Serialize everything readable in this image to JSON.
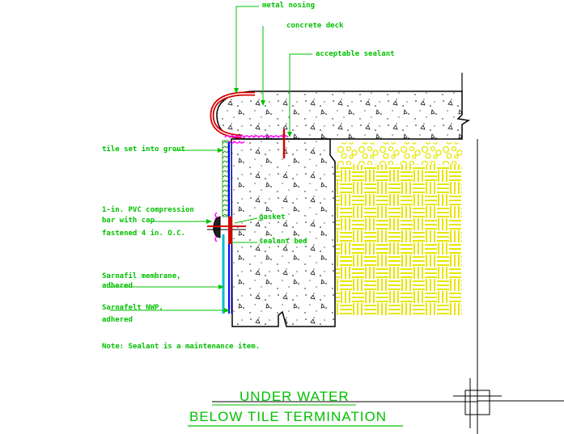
{
  "labels": {
    "metal_nosing": "metal nosing",
    "concrete_deck": "concrete deck",
    "acceptable_sealant": "acceptable sealant",
    "tile_set": "tile set into grout",
    "pvc_bar_line1": "1-in. PVC compression",
    "pvc_bar_line2": "bar with cap",
    "pvc_bar_line3": "fastened 4 in. O.C.",
    "gasket": "gasket",
    "sealant_bed": "sealant bed",
    "membrane_line1": "Sarnafil membrane,",
    "membrane_line2": "adhered",
    "sarnafelt_line1": "Sarnafelt NWP,",
    "sarnafelt_line2": "adhered",
    "note": "Note: Sealant is a maintenance item."
  },
  "title": {
    "line1": "UNDER WATER",
    "line2": "BELOW TILE TERMINATION"
  },
  "colors": {
    "label": "#00c000",
    "leader": "#00c000",
    "concrete": "#000000",
    "nosing": "#d40000",
    "sealant": "#ff00ff",
    "membrane": "#00bcd4",
    "felt": "#0000ff",
    "pavers": "#ffff00"
  }
}
